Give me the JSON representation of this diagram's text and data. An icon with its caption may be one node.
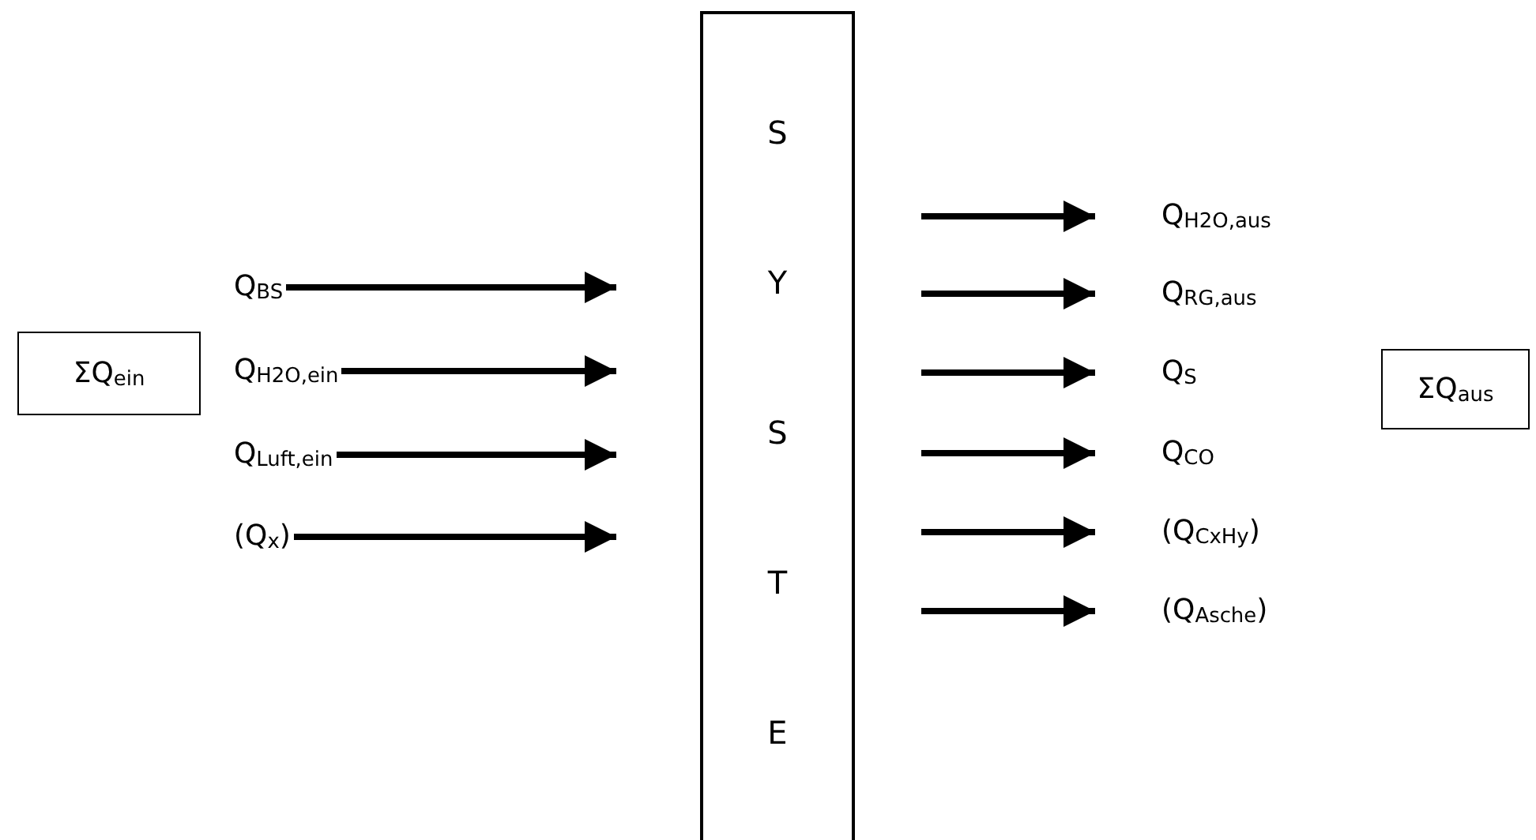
{
  "diagram": {
    "nodes": [
      {
        "text": [
          "ΣQ$_{ein}$"
        ]
      },
      {
        "text": [
          "Q$_{BS}$"
        ]
      },
      {
        "text": [
          "Q$_{H2O,ein}$"
        ]
      },
      {
        "text": [
          "Q$_{Luft,ein}$"
        ]
      },
      {
        "text": [
          "(Q$_{x}$)"
        ]
      },
      {
        "text": [
          "SYSTE"
        ]
      },
      {
        "text": [
          "Q$_{H2O,aus}$"
        ]
      },
      {
        "text": [
          "Q$_{RG,aus}$"
        ]
      },
      {
        "text": [
          "Q$_{S}$"
        ]
      },
      {
        "text": [
          "Q$_{CO}$"
        ]
      },
      {
        "text": [
          "(Q$_{CxHy}$)"
        ]
      },
      {
        "text": [
          "(Q$_{Asche}$)"
        ]
      },
      {
        "text": [
          "ΣQ$_{aus}$"
        ]
      }
    ],
    "edges": [
      {
        "from": 1,
        "to": null,
        "arrow": "to"
      },
      {
        "from": 2,
        "to": null,
        "arrow": "to"
      },
      {
        "from": 3,
        "to": null,
        "arrow": "to"
      },
      {
        "from": 4,
        "to": null,
        "arrow": "to"
      },
      {
        "from": null,
        "to": 6,
        "arrow": "to"
      },
      {
        "from": null,
        "to": 7,
        "arrow": "to"
      },
      {
        "from": null,
        "to": 8,
        "arrow": "to"
      },
      {
        "from": null,
        "to": 9,
        "arrow": "to"
      },
      {
        "from": null,
        "to": 10,
        "arrow": "to"
      },
      {
        "from": null,
        "to": 11,
        "arrow": "to"
      }
    ]
  }
}
